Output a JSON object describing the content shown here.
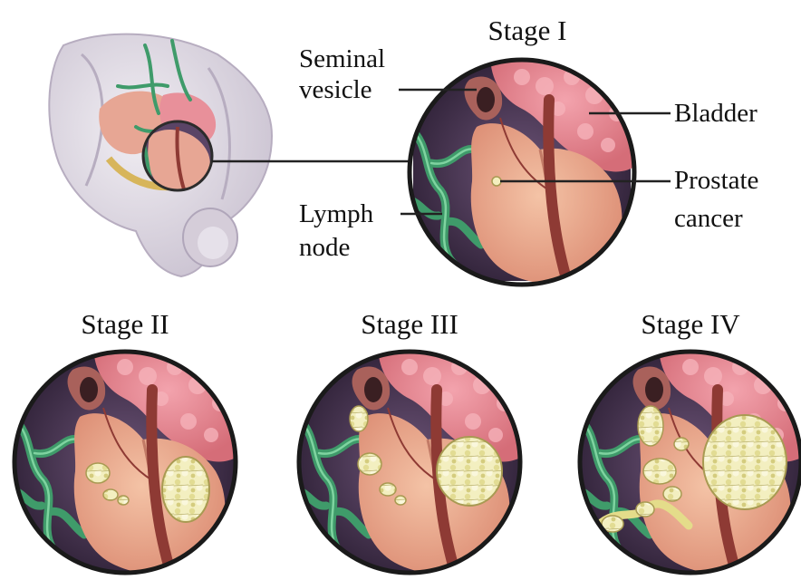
{
  "main_figure": {
    "stage_label": "Stage I",
    "labels": {
      "seminal_vesicle_line1": "Seminal",
      "seminal_vesicle_line2": "vesicle",
      "bladder": "Bladder",
      "prostate_cancer_line1": "Prostate",
      "prostate_cancer_line2": "cancer",
      "lymph_node_line1": "Lymph",
      "lymph_node_line2": "node"
    }
  },
  "stages": [
    {
      "label": "Stage II"
    },
    {
      "label": "Stage III"
    },
    {
      "label": "Stage IV"
    }
  ],
  "colors": {
    "prostate": "#eaa58c",
    "bladder": "#e9868f",
    "lymph": "#3f9b6a",
    "tumor": "#f1ecb5",
    "background_dark": "#3b2a45",
    "urethra": "#8e3a34"
  }
}
